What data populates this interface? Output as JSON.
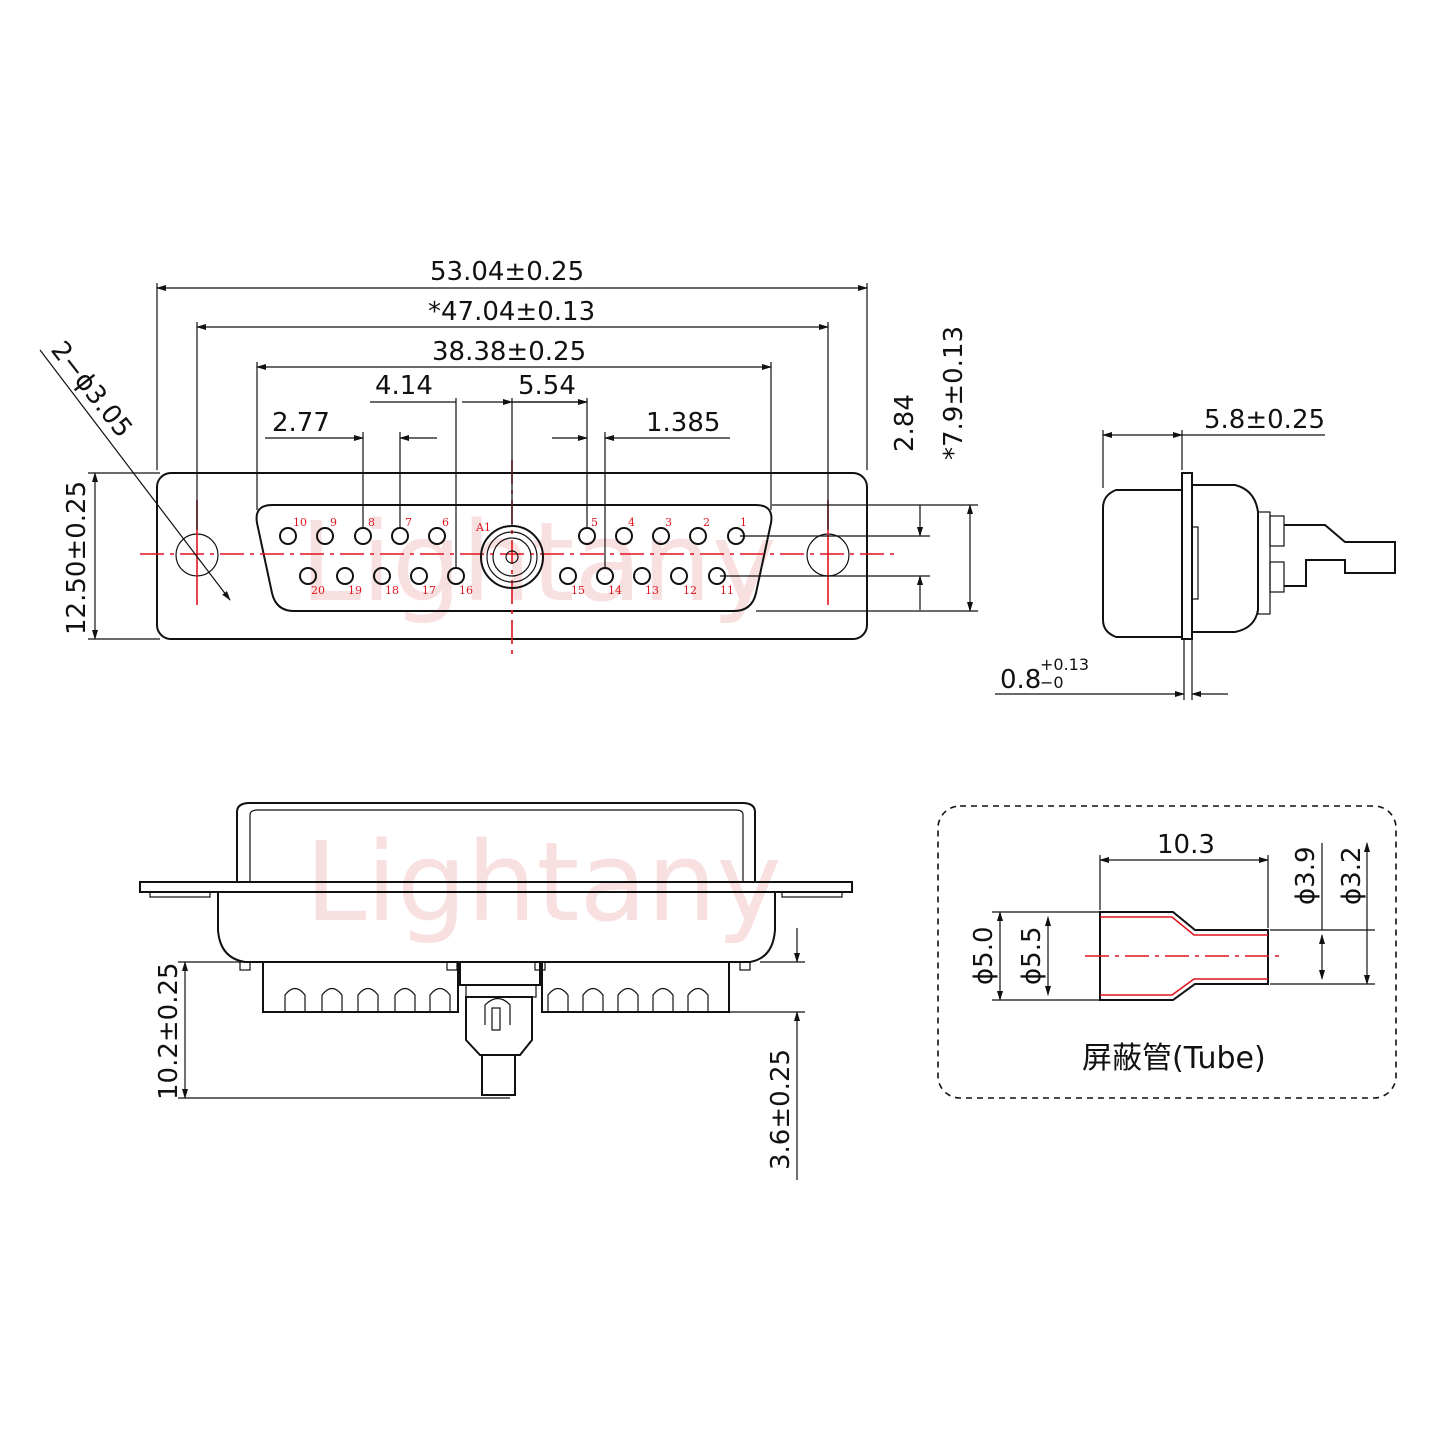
{
  "watermark": "Lightany",
  "front_view": {
    "dim_overall_width": "53.04±0.25",
    "dim_mount_hole_pitch": "*47.04±0.13",
    "dim_shell_width": "38.38±0.25",
    "dim_pin_offset_left": "4.14",
    "dim_pin_offset_right": "5.54",
    "dim_pin_pitch": "2.77",
    "dim_half_pitch": "1.385",
    "dim_hole_callout": "2−ϕ3.05",
    "dim_height": "12.50±0.25",
    "dim_row_spacing": "2.84",
    "dim_shell_height": "*7.9±0.13",
    "cavity_label": "A1",
    "top_row_pins": [
      "10",
      "9",
      "8",
      "7",
      "6",
      "5",
      "4",
      "3",
      "2",
      "1"
    ],
    "bottom_row_pins": [
      "20",
      "19",
      "18",
      "17",
      "16",
      "15",
      "14",
      "13",
      "12",
      "11"
    ]
  },
  "side_view": {
    "dim_depth": "5.8±0.25",
    "dim_flange_main": "0.8",
    "dim_flange_tol_upper": "+0.13",
    "dim_flange_tol_lower": "−0"
  },
  "bottom_view": {
    "dim_tail_length": "10.2±0.25",
    "dim_standoff": "3.6±0.25"
  },
  "tube_detail": {
    "dim_length": "10.3",
    "dim_d1": "ϕ3.9",
    "dim_d2": "ϕ3.2",
    "dim_d3": "ϕ5.0",
    "dim_d4": "ϕ5.5",
    "caption": "屏蔽管(Tube)"
  }
}
